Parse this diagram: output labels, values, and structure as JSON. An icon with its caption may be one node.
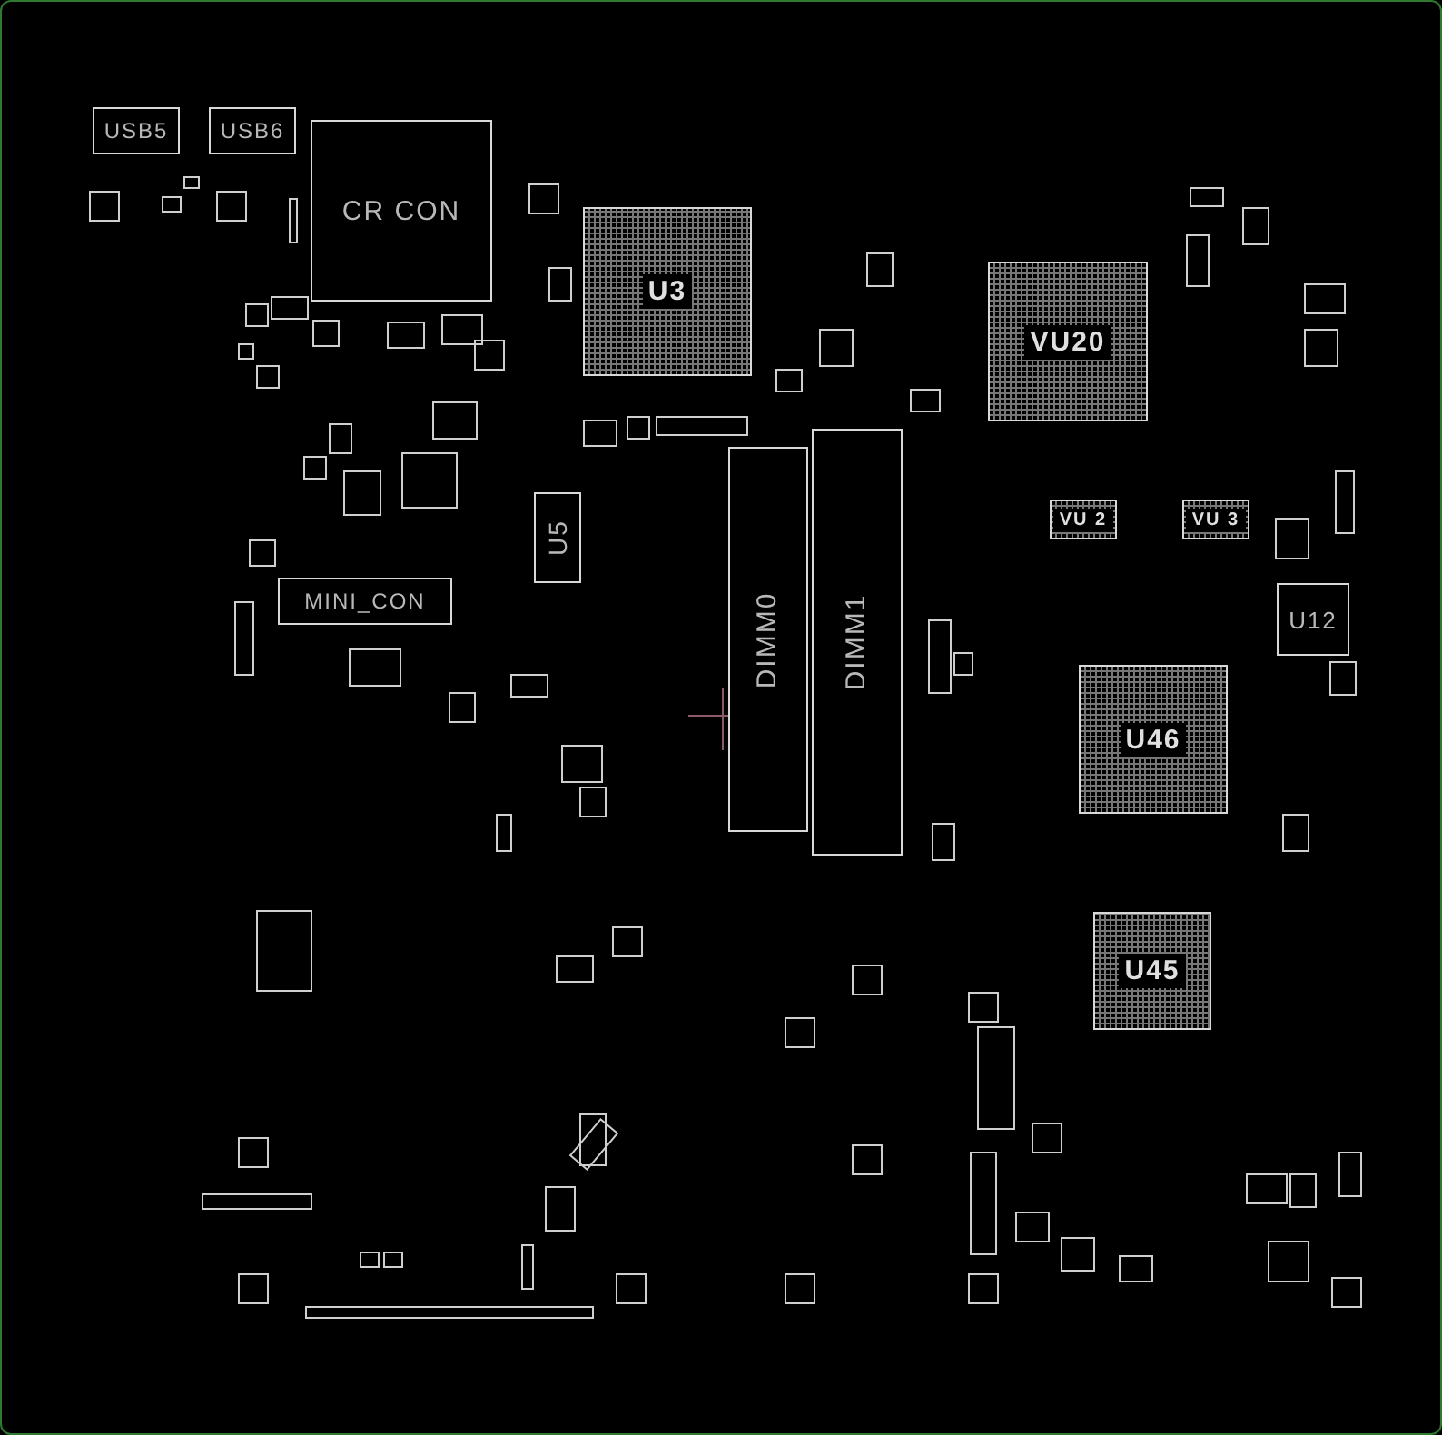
{
  "diagram": {
    "nodes": [
      {
        "text": [
          "USB5"
        ]
      },
      {
        "text": [
          "USB6"
        ]
      },
      {
        "text": [
          "CR CON"
        ]
      },
      {
        "text": [
          "U3"
        ]
      },
      {
        "text": [
          "VU20"
        ]
      },
      {
        "text": [
          "U5"
        ]
      },
      {
        "text": [
          "MINI_CON"
        ]
      },
      {
        "text": [
          "DIMM0"
        ]
      },
      {
        "text": [
          "DIMM1"
        ]
      },
      {
        "text": [
          "VU 2"
        ]
      },
      {
        "text": [
          "VU 3"
        ]
      },
      {
        "text": [
          "U12"
        ]
      },
      {
        "text": [
          "U46"
        ]
      },
      {
        "text": [
          "U45"
        ]
      }
    ]
  }
}
